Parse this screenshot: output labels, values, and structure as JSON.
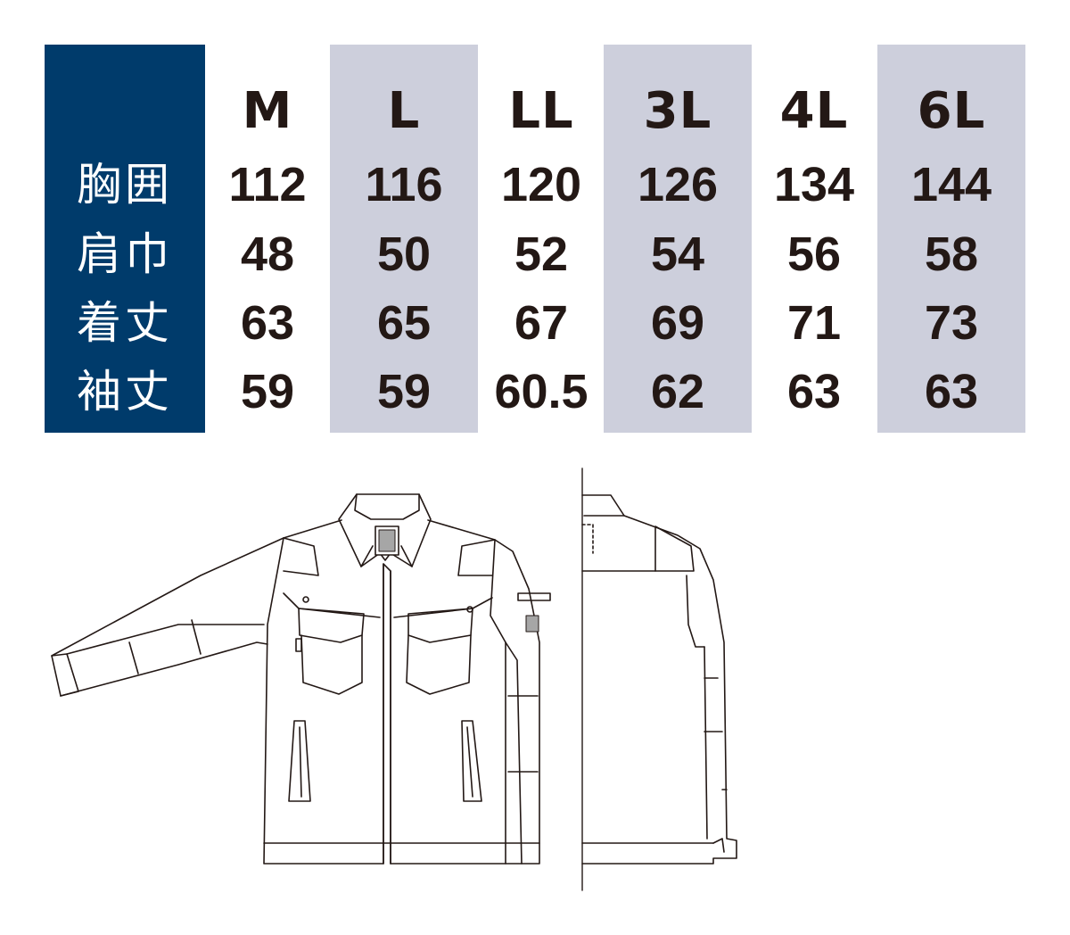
{
  "sizes": [
    "M",
    "L",
    "LL",
    "3L",
    "4L",
    "6L"
  ],
  "rows": [
    {
      "label": "胸囲",
      "values": [
        "112",
        "116",
        "120",
        "126",
        "134",
        "144"
      ]
    },
    {
      "label": "肩巾",
      "values": [
        "48",
        "50",
        "52",
        "54",
        "56",
        "58"
      ]
    },
    {
      "label": "着丈",
      "values": [
        "63",
        "65",
        "67",
        "69",
        "71",
        "73"
      ]
    },
    {
      "label": "袖丈",
      "values": [
        "59",
        "59",
        "60.5",
        "62",
        "63",
        "63"
      ]
    }
  ],
  "colors": {
    "label_column": "#003b6b",
    "band": "#cdcfdc",
    "text": "#231815",
    "label_text": "#ffffff",
    "line_art": "#231815",
    "badge": "#a6a6a6"
  }
}
